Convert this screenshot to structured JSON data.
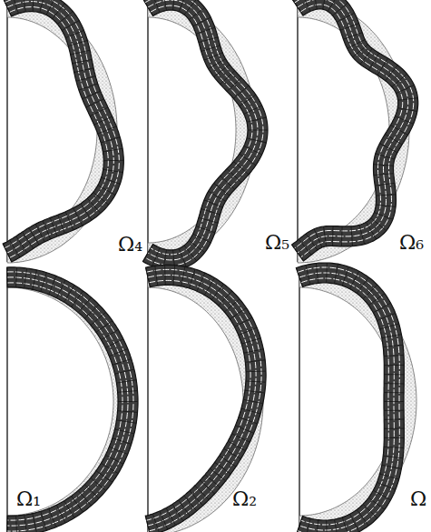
{
  "diagram": {
    "labels": [
      "Ω₄",
      "Ω₅",
      "Ω₆",
      "Ω₁",
      "Ω₂",
      "Ω"
    ]
  }
}
